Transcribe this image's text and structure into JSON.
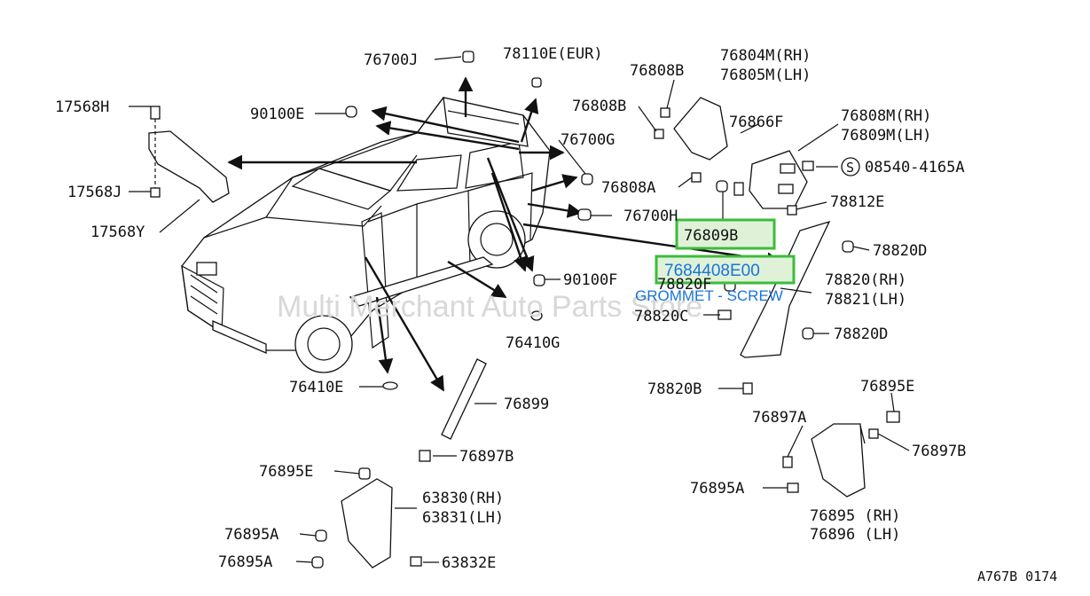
{
  "watermark": "Multi Merchant Auto Parts Store",
  "highlights": [
    {
      "part": "76809B"
    },
    {
      "part": "7684408E00",
      "caption": "GROMMET - SCREW"
    }
  ],
  "footer_code": "A767B 0174",
  "callouts": {
    "c_76700J": "76700J",
    "c_78110E": "78110E(EUR)",
    "c_76808B_1": "76808B",
    "c_76804M": "76804M(RH)",
    "c_76805M": "76805M(LH)",
    "c_17568H": "17568H",
    "c_90100E": "90100E",
    "c_76808B_2": "76808B",
    "c_76866F": "76866F",
    "c_76808M": "76808M(RH)",
    "c_76809M": "76809M(LH)",
    "c_76700G": "76700G",
    "c_08540": "08540-4165A",
    "c_S": "S",
    "c_17568J": "17568J",
    "c_76808A": "76808A",
    "c_78812E": "78812E",
    "c_17568Y": "17568Y",
    "c_76700H": "76700H",
    "c_78820D_1": "78820D",
    "c_90100F": "90100F",
    "c_78820F": "78820F",
    "c_78820RH": "78820(RH)",
    "c_78821LH": "78821(LH)",
    "c_78820C": "78820C",
    "c_76410G": "76410G",
    "c_78820D_2": "78820D",
    "c_76410E": "76410E",
    "c_78820B": "78820B",
    "c_76895E_r": "76895E",
    "c_76899": "76899",
    "c_76897A": "76897A",
    "c_76897B_r": "76897B",
    "c_76897B_l": "76897B",
    "c_76895E_l": "76895E",
    "c_63830": "63830(RH)",
    "c_63831": "63831(LH)",
    "c_76895A_r": "76895A",
    "c_76895RH": "76895 (RH)",
    "c_76896LH": "76896 (LH)",
    "c_76895A_l1": "76895A",
    "c_76895A_l2": "76895A",
    "c_63832E": "63832E"
  }
}
